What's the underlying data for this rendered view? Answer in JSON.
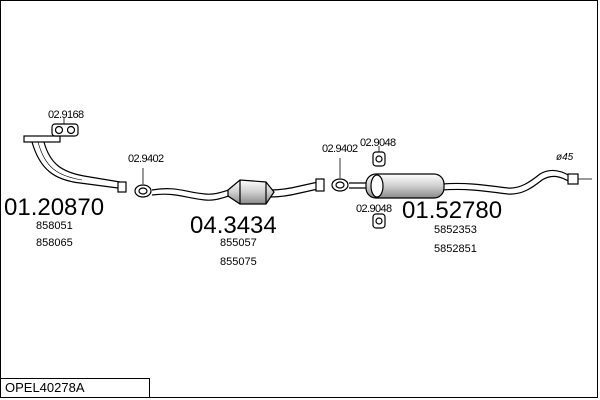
{
  "diagram": {
    "title": "OPEL40278A",
    "groups": [
      {
        "part_no": "01.20870",
        "refs": [
          "858051",
          "858065"
        ]
      },
      {
        "part_no": "04.3434",
        "refs": [
          "855057",
          "855075"
        ]
      },
      {
        "part_no": "01.52780",
        "refs": [
          "5852353",
          "5852851"
        ]
      }
    ],
    "small_parts": {
      "front_gasket": "02.9168",
      "clamp_a": "02.9402",
      "clamp_b": "02.9402",
      "hanger_top": "02.9048",
      "hanger_bottom": "02.9048"
    },
    "tail_diameter": "ø45"
  }
}
